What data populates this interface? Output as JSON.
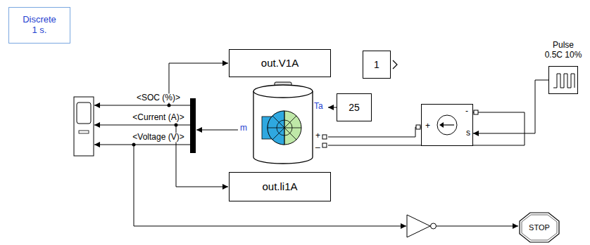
{
  "diagram": {
    "nodes": [
      {
        "text": [
          "Discrete 1 s."
        ]
      },
      {
        "text": [
          "out.V1A"
        ]
      },
      {
        "text": [
          "1"
        ]
      },
      {
        "text": [
          "Pulse 0.5C 10%"
        ]
      },
      {
        "text": [
          "Ta",
          "m",
          "+",
          "_"
        ]
      },
      {
        "text": [
          "25"
        ]
      },
      {
        "text": [
          "+",
          "-",
          "s"
        ]
      },
      {
        "text": [
          "out.li1A"
        ]
      },
      {
        "text": [
          "STOP"
        ]
      }
    ],
    "edges": [
      {
        "from": 5,
        "to": 4,
        "arrow": "to"
      },
      {
        "from": 4,
        "to": 6,
        "arrow": "none"
      },
      {
        "from": 4,
        "to": 6,
        "arrow": "none"
      },
      {
        "from": 3,
        "to": 6,
        "arrow": "to"
      }
    ],
    "labels": [
      "<SOC (%)>",
      "<Current (A)>",
      "<Voltage (V)>"
    ]
  }
}
